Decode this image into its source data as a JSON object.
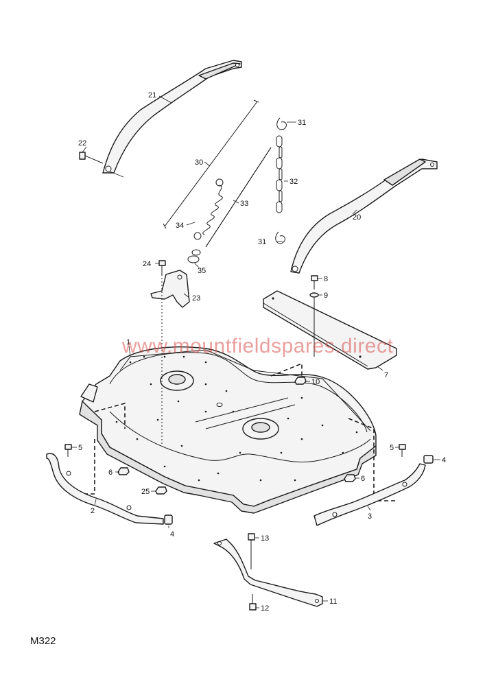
{
  "drawing_code": "M322",
  "watermark": "www.mountfieldspares.direct",
  "callouts": {
    "c1": "1",
    "c2": "2",
    "c3": "3",
    "c4a": "4",
    "c4b": "4",
    "c5a": "5",
    "c5b": "5",
    "c6a": "6",
    "c6b": "6",
    "c7": "7",
    "c8": "8",
    "c9": "9",
    "c10": "10",
    "c11": "11",
    "c12": "12",
    "c13": "13",
    "c20": "20",
    "c21": "21",
    "c22": "22",
    "c23": "23",
    "c24": "24",
    "c25": "25",
    "c30": "30",
    "c31a": "31",
    "c31b": "31",
    "c32": "32",
    "c33": "33",
    "c34": "34",
    "c35": "35"
  }
}
